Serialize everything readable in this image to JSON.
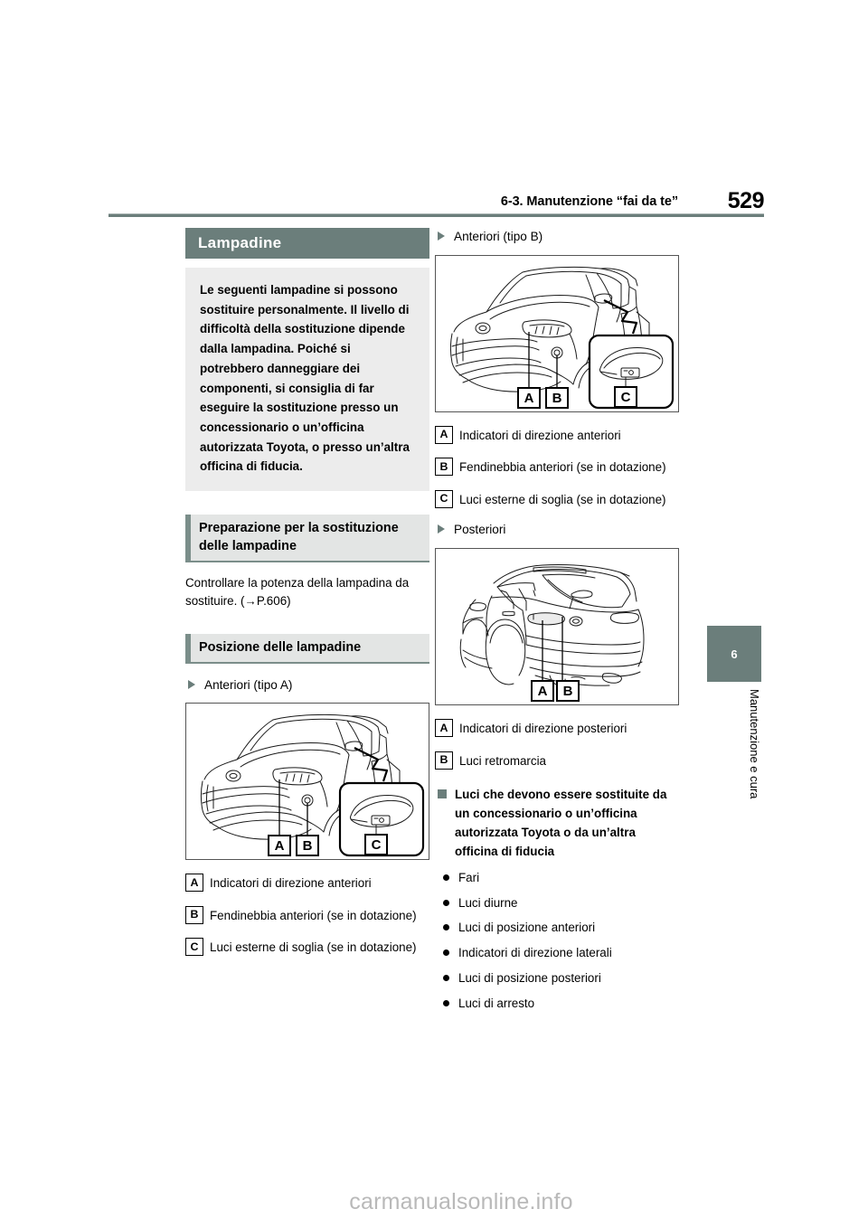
{
  "header": {
    "title": "6-3. Manutenzione “fai da te”",
    "page_number": "529"
  },
  "chapter_tab": {
    "number": "6",
    "label": "Manutenzione e cura",
    "color": "#6b7e7b"
  },
  "colors": {
    "accent_teal": "#6b7e7b",
    "callout_gray": "#ececec",
    "subheading_gray": "#e3e5e4"
  },
  "left_column": {
    "main_heading": "Lampadine",
    "callout_text": "Le seguenti lampadine si possono sostituire personalmente. Il livello di difficoltà della sostituzione dipende dalla lampadina. Poiché si potrebbero danneggiare dei componenti, si consiglia di far eseguire la sostituzione presso un concessionario o un’officina autorizzata Toyota, o presso un’altra officina di fiducia.",
    "sub_heading_1": "Preparazione per la sostituzione delle lampadine",
    "paragraph_1": "Controllare la potenza della lampadina da sostituire. (→P.606)",
    "sub_heading_2": "Posizione delle lampadine",
    "figure_caption": "Anteriori (tipo A)",
    "figure_name": "front-vehicle-type-a-diagram",
    "figure_callouts": [
      "A",
      "B",
      "C"
    ],
    "items": [
      {
        "badge": "A",
        "text": "Indicatori di direzione anteriori"
      },
      {
        "badge": "B",
        "text": "Fendinebbia anteriori (se in dotazione)"
      },
      {
        "badge": "C",
        "text": "Luci esterne di soglia (se in dotazione)"
      }
    ]
  },
  "right_column": {
    "figure_caption_1": "Anteriori (tipo B)",
    "figure_1_name": "front-vehicle-type-b-diagram",
    "figure_1_callouts": [
      "A",
      "B",
      "C"
    ],
    "items_1": [
      {
        "badge": "A",
        "text": "Indicatori di direzione anteriori"
      },
      {
        "badge": "B",
        "text": "Fendinebbia anteriori (se in dotazione)"
      },
      {
        "badge": "C",
        "text": "Luci esterne di soglia (se in dotazione)"
      }
    ],
    "figure_caption_2": "Posteriori",
    "figure_2_name": "rear-vehicle-diagram",
    "figure_2_callouts": [
      "A",
      "B"
    ],
    "items_2": [
      {
        "badge": "A",
        "text": "Indicatori di direzione posteriori"
      },
      {
        "badge": "B",
        "text": "Luci retromarcia"
      }
    ],
    "square_heading": "Luci che devono essere sostituite da un concessionario o un’officina autorizzata Toyota o da un’altra officina di fiducia",
    "bullets": [
      "Fari",
      "Luci diurne",
      "Luci di posizione anteriori",
      "Indicatori di direzione laterali",
      "Luci di posizione posteriori",
      "Luci di arresto"
    ]
  },
  "footer": {
    "watermark": "carmanualsonline.info"
  }
}
